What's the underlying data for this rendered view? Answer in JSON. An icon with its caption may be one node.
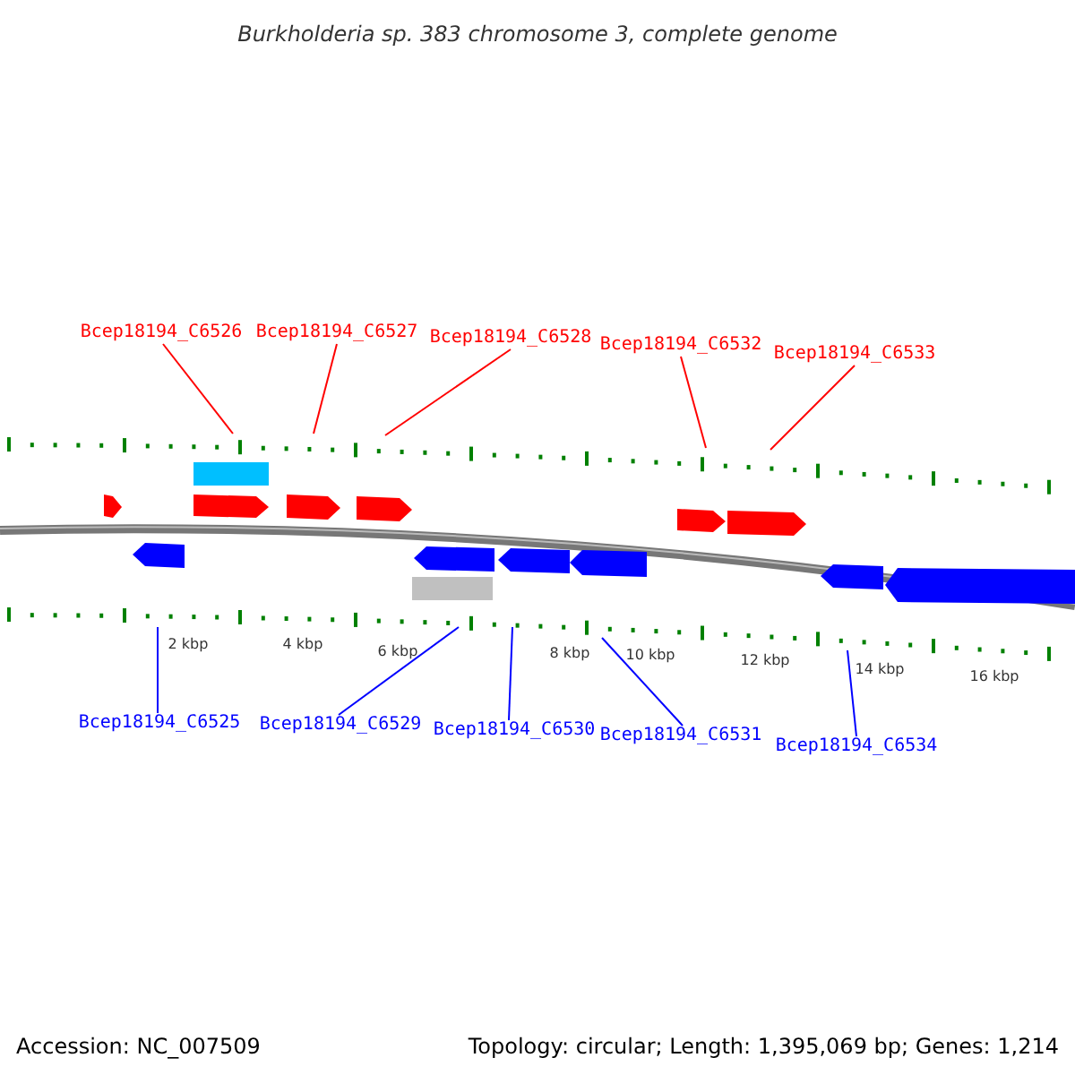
{
  "diagram": {
    "title": "Burkholderia sp. 383 chromosome 3, complete genome",
    "nodes": [
      {
        "text": [
          "Bcep18194_C6526"
        ]
      },
      {
        "text": [
          "Bcep18194_C6527"
        ]
      },
      {
        "text": [
          "Bcep18194_C6528"
        ]
      },
      {
        "text": [
          "Bcep18194_C6532"
        ]
      },
      {
        "text": [
          "Bcep18194_C6533"
        ]
      },
      {
        "text": [
          "Bcep18194_C6525"
        ]
      },
      {
        "text": [
          "Bcep18194_C6529"
        ]
      },
      {
        "text": [
          "Bcep18194_C6530"
        ]
      },
      {
        "text": [
          "Bcep18194_C6531"
        ]
      },
      {
        "text": [
          "Bcep18194_C6534"
        ]
      }
    ],
    "edges": [
      {
        "from": 0,
        "to": null,
        "arrow": "none",
        "color": "#ff0000"
      },
      {
        "from": 1,
        "to": null,
        "arrow": "none",
        "color": "#ff0000"
      },
      {
        "from": 2,
        "to": null,
        "arrow": "none",
        "color": "#ff0000"
      },
      {
        "from": 3,
        "to": null,
        "arrow": "none",
        "color": "#ff0000"
      },
      {
        "from": 4,
        "to": null,
        "arrow": "none",
        "color": "#ff0000"
      },
      {
        "from": 5,
        "to": null,
        "arrow": "none",
        "color": "#0000ff"
      },
      {
        "from": 6,
        "to": null,
        "arrow": "none",
        "color": "#0000ff"
      },
      {
        "from": 7,
        "to": null,
        "arrow": "none",
        "color": "#0000ff"
      },
      {
        "from": 8,
        "to": null,
        "arrow": "none",
        "color": "#0000ff"
      },
      {
        "from": 9,
        "to": null,
        "arrow": "none",
        "color": "#0000ff"
      }
    ],
    "labels": [
      "2 kbp",
      "4 kbp",
      "6 kbp",
      "8 kbp",
      "10 kbp",
      "12 kbp",
      "14 kbp",
      "16 kbp",
      "Accession: NC_007509",
      "Topology: circular; Length: 1,395,069 bp; Genes: 1,214"
    ]
  }
}
